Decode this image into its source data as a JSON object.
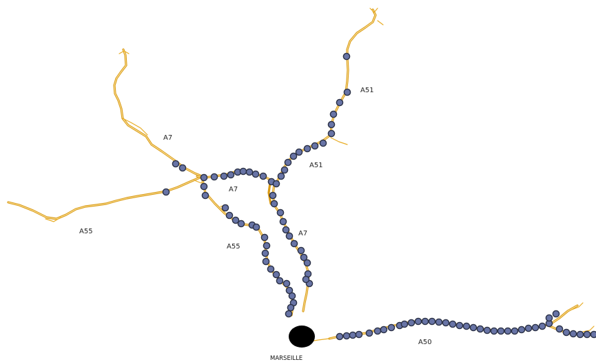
{
  "colors": {
    "road": "#d99a14",
    "road_highlight": "#fbe3a0",
    "sensor_fill": "#6874a6",
    "sensor_stroke": "#2b3146",
    "city": "#000000"
  },
  "labels": {
    "a7_north": "A7",
    "a7_center": "A7",
    "a7_south": "A7",
    "a51_upper": "A51",
    "a51_lower": "A51",
    "a55_west": "A55",
    "a55_south": "A55",
    "a50": "A50",
    "city": "MARSEILLE"
  }
}
